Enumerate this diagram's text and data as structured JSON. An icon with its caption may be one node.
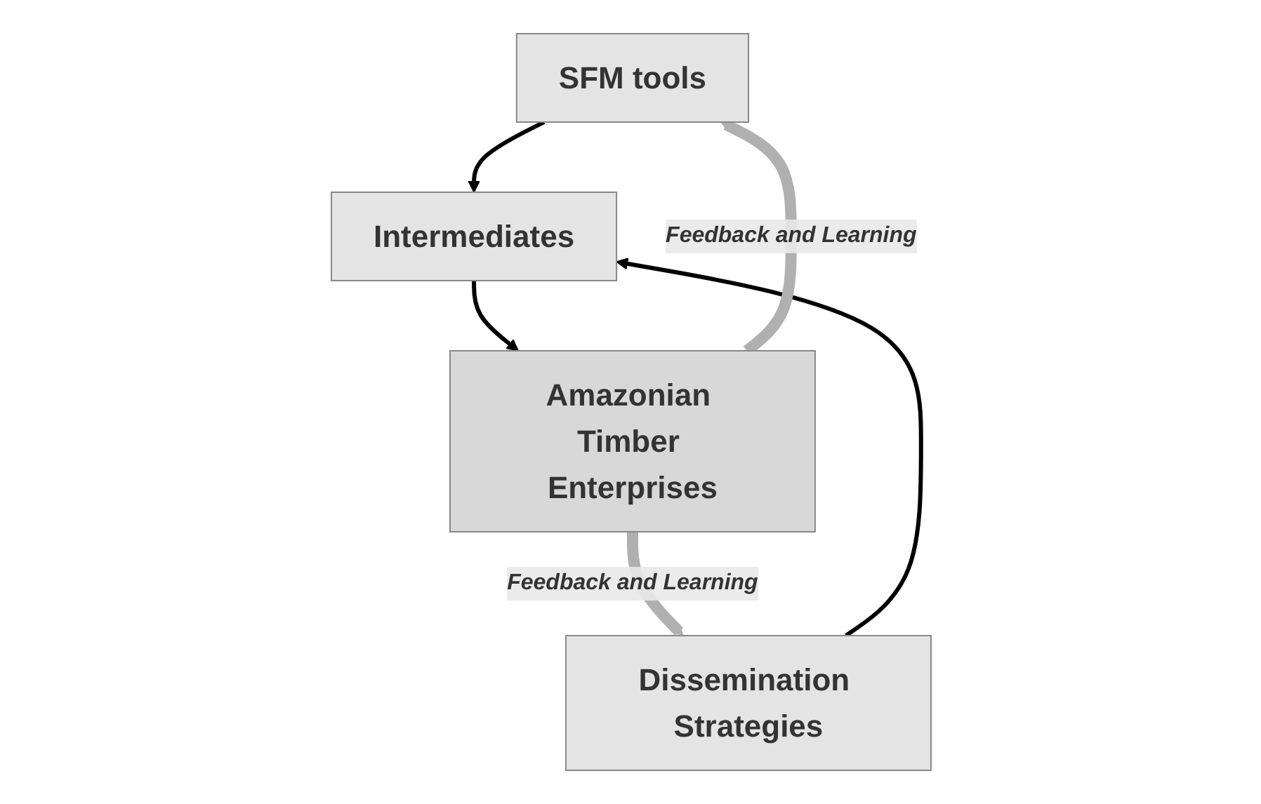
{
  "diagram": {
    "nodes": [
      {
        "text": [
          "SFM tools"
        ]
      },
      {
        "text": [
          "Dissemination Strategies"
        ]
      },
      {
        "text": [
          "Intermediates"
        ]
      },
      {
        "text": [
          "Amazonian Timber Enterprises"
        ]
      }
    ],
    "edges": [
      {
        "from": 0,
        "to": 2,
        "arrow": "to"
      },
      {
        "from": 1,
        "to": 2,
        "arrow": "to"
      },
      {
        "from": 2,
        "to": 3,
        "arrow": "to"
      },
      {
        "from": 3,
        "to": 0,
        "arrow": "to",
        "label": "Feedback and Learning",
        "style": "thick",
        "color": "#b0b0b0"
      },
      {
        "from": 3,
        "to": 1,
        "arrow": "to",
        "label": "Feedback and Learning",
        "style": "thick",
        "color": "#b0b0b0"
      }
    ]
  }
}
